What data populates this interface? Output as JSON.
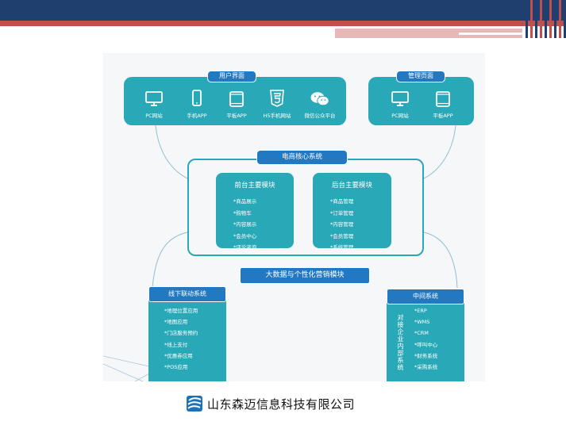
{
  "diagram": {
    "user_interface": {
      "title": "用户界面",
      "devices": [
        {
          "label": "PC网站",
          "icon": "monitor-icon"
        },
        {
          "label": "手机APP",
          "icon": "phone-icon"
        },
        {
          "label": "平板APP",
          "icon": "tablet-icon"
        },
        {
          "label": "H5手机网站",
          "icon": "html5-icon"
        },
        {
          "label": "微信公众平台",
          "icon": "wechat-icon"
        }
      ]
    },
    "admin_page": {
      "title": "管理页面",
      "devices": [
        {
          "label": "PC网站",
          "icon": "monitor-icon"
        },
        {
          "label": "平板APP",
          "icon": "tablet-icon"
        }
      ]
    },
    "core_system": {
      "title": "电商核心系统",
      "front_module": {
        "title": "前台主要模块",
        "items": [
          "*商品展示",
          "*购物车",
          "*内容展示",
          "*会员中心",
          "*评论咨询"
        ]
      },
      "back_module": {
        "title": "后台主要模块",
        "items": [
          "*商品管理",
          "*订单管理",
          "*内容管理",
          "*会员管理",
          "*系统管理"
        ]
      }
    },
    "bigdata": {
      "title": "大数据与个性化营销模块"
    },
    "offline_system": {
      "title": "线下联动系统",
      "items": [
        "*地理位置应用",
        "*地图应用",
        "*门店服务预约",
        "*线上支付",
        "*优惠券应用",
        "*POS应用"
      ]
    },
    "middle_system": {
      "title": "中间系统",
      "vertical_label": "对接企业内部系统",
      "items": [
        "*ERP",
        "*WMS",
        "*CRM",
        "*呼叫中心",
        "*财务系统",
        "*采购系统"
      ]
    }
  },
  "footer": {
    "company_name": "山东森迈信息科技有限公司",
    "logo_icon": "company-logo-icon"
  },
  "colors": {
    "header_dark": "#1f3f6e",
    "header_red": "#c0504d",
    "teal": "#29a8b7",
    "pill_blue": "#2378c2"
  }
}
